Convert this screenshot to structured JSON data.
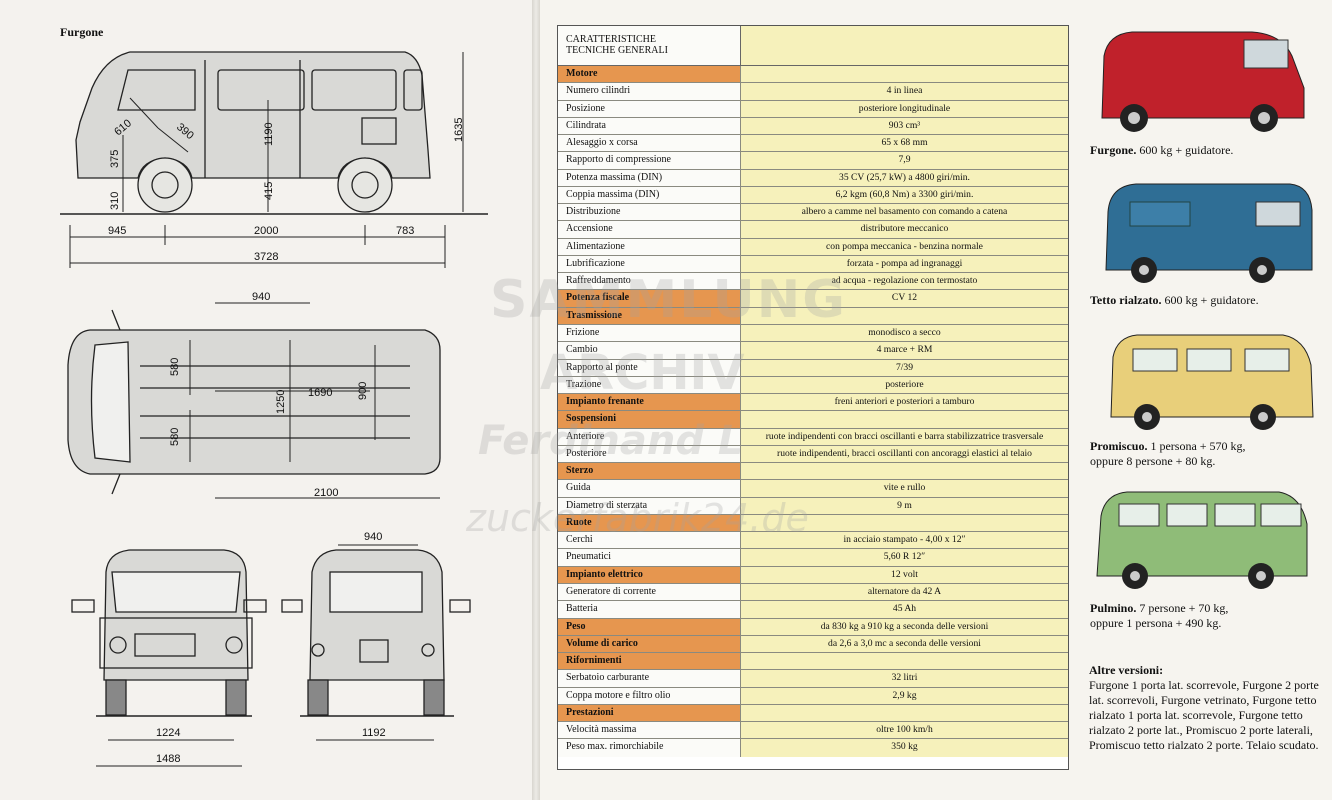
{
  "left": {
    "title": "Furgone",
    "dims_side": {
      "d610": "610",
      "d390": "390",
      "d375": "375",
      "d1190": "1190",
      "d1635": "1635",
      "d415": "415",
      "d310": "310",
      "d945": "945",
      "d2000": "2000",
      "d783": "783",
      "d3728": "3728"
    },
    "dims_top": {
      "d940": "940",
      "d580a": "580",
      "d580b": "580",
      "d1250": "1250",
      "d1690": "1690",
      "d900": "900",
      "d2100": "2100"
    },
    "dims_front": {
      "d1224": "1224",
      "d1488": "1488"
    },
    "dims_rear": {
      "d940": "940",
      "d1192": "1192"
    }
  },
  "spec": {
    "header": [
      "CARATTERISTICHE",
      "TECNICHE GENERALI"
    ],
    "rows": [
      {
        "label": "Motore",
        "value": "",
        "section": true
      },
      {
        "label": "Numero cilindri",
        "value": "4 in linea"
      },
      {
        "label": "Posizione",
        "value": "posteriore longitudinale"
      },
      {
        "label": "Cilindrata",
        "value": "903 cm³"
      },
      {
        "label": "Alesaggio x corsa",
        "value": "65 x 68 mm"
      },
      {
        "label": "Rapporto di compressione",
        "value": "7,9"
      },
      {
        "label": "Potenza massima (DIN)",
        "value": "35 CV (25,7 kW) a 4800 giri/min."
      },
      {
        "label": "Coppia massima (DIN)",
        "value": "6,2 kgm (60,8 Nm) a 3300 giri/min."
      },
      {
        "label": "Distribuzione",
        "value": "albero a camme nel basamento con comando a catena"
      },
      {
        "label": "Accensione",
        "value": "distributore meccanico"
      },
      {
        "label": "Alimentazione",
        "value": "con pompa meccanica - benzina normale"
      },
      {
        "label": "Lubrificazione",
        "value": "forzata - pompa ad ingranaggi"
      },
      {
        "label": "Raffreddamento",
        "value": "ad acqua - regolazione con termostato"
      },
      {
        "label": "Potenza fiscale",
        "value": "CV 12",
        "section": true
      },
      {
        "label": "Trasmissione",
        "value": "",
        "section": true
      },
      {
        "label": "Frizione",
        "value": "monodisco a secco"
      },
      {
        "label": "Cambio",
        "value": "4 marce + RM"
      },
      {
        "label": "Rapporto al ponte",
        "value": "7/39"
      },
      {
        "label": "Trazione",
        "value": "posteriore"
      },
      {
        "label": "Impianto frenante",
        "value": "freni anteriori e posteriori a tamburo",
        "section": true
      },
      {
        "label": "Sospensioni",
        "value": "",
        "section": true
      },
      {
        "label": "Anteriore",
        "value": "ruote indipendenti con bracci oscillanti e barra stabilizzatrice trasversale"
      },
      {
        "label": "Posteriore",
        "value": "ruote indipendenti, bracci oscillanti con ancoraggi elastici al telaio"
      },
      {
        "label": "Sterzo",
        "value": "",
        "section": true
      },
      {
        "label": "Guida",
        "value": "vite e rullo"
      },
      {
        "label": "Diametro di sterzata",
        "value": "9 m"
      },
      {
        "label": "Ruote",
        "value": "",
        "section": true
      },
      {
        "label": "Cerchi",
        "value": "in acciaio stampato - 4,00 x 12″"
      },
      {
        "label": "Pneumatici",
        "value": "5,60 R 12″"
      },
      {
        "label": "Impianto elettrico",
        "value": "12 volt",
        "section": true
      },
      {
        "label": "Generatore di corrente",
        "value": "alternatore da 42 A"
      },
      {
        "label": "Batteria",
        "value": "45 Ah"
      },
      {
        "label": "Peso",
        "value": "da 830 kg a 910 kg a seconda delle versioni",
        "section": true
      },
      {
        "label": "Volume di carico",
        "value": "da 2,6 a 3,0 mc a seconda delle versioni",
        "section": true
      },
      {
        "label": "Rifornimenti",
        "value": "",
        "section": true
      },
      {
        "label": "Serbatoio carburante",
        "value": "32 litri"
      },
      {
        "label": "Coppa motore e filtro olio",
        "value": "2,9 kg"
      },
      {
        "label": "Prestazioni",
        "value": "",
        "section": true
      },
      {
        "label": "Velocità massima",
        "value": "oltre 100 km/h"
      },
      {
        "label": "Peso max. rimorchiabile",
        "value": "350 kg"
      }
    ]
  },
  "versions": [
    {
      "name": "Furgone.",
      "line1": "600 kg + guidatore.",
      "line2": "",
      "color": "#c0212b"
    },
    {
      "name": "Tetto rialzato.",
      "line1": "600 kg + guidatore.",
      "line2": "",
      "color": "#2f6e95"
    },
    {
      "name": "Promiscuo.",
      "line1": "1 persona + 570 kg,",
      "line2": "oppure 8 persone + 80 kg.",
      "color": "#e8cf7a"
    },
    {
      "name": "Pulmino.",
      "line1": "7 persone + 70 kg,",
      "line2": "oppure 1 persona + 490 kg.",
      "color": "#8fbc78"
    }
  ],
  "altre": {
    "heading": "Altre versioni:",
    "text": "Furgone 1 porta lat. scorrevole, Furgone 2 porte lat. scorrevoli, Furgone vetrinato, Furgone tetto rialzato 1 porta lat. scorrevole, Furgone tetto rialzato 2 porte lat., Promiscuo 2 porte laterali, Promiscuo tetto rialzato 2 porte. Telaio scudato."
  },
  "watermark": {
    "line1": "SAMMLUNG",
    "line2": "ARCHIV",
    "line3": "Ferdinand L",
    "line4": "zuckerfabrik24.de"
  }
}
